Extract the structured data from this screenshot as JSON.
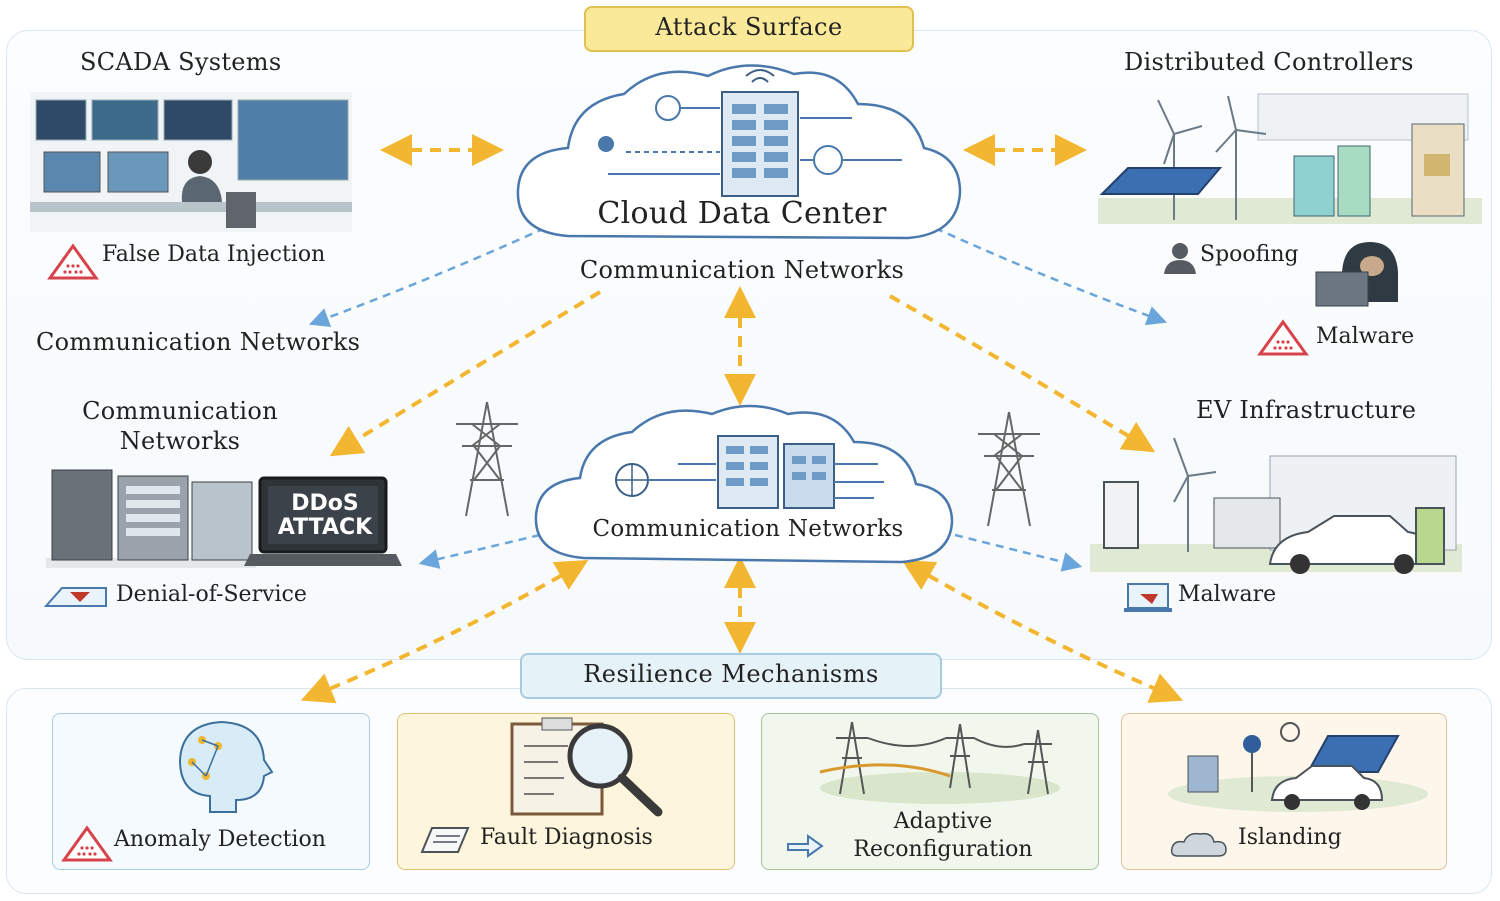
{
  "banners": {
    "attack_surface": "Attack Surface",
    "resilience": "Resilience Mechanisms"
  },
  "nodes": {
    "scada": "SCADA Systems",
    "distributed": "Distributed Controllers",
    "cloud_title": "Cloud Data Center",
    "cloud_sub": "Communication Networks",
    "comm_left": "Communication Networks",
    "comm_networks_line1": "Communication",
    "comm_networks_line2": "Networks",
    "ev": "EV Infrastructure",
    "center_cloud": "Communication Networks"
  },
  "threats": {
    "false_data": "False Data Injection",
    "spoofing": "Spoofing",
    "malware_top": "Malware",
    "ddos_line1": "DDoS",
    "ddos_line2": "ATTACK",
    "dos": "Denial-of-Service",
    "malware_ev": "Malware"
  },
  "mechanisms": {
    "anomaly": "Anomaly Detection",
    "fault": "Fault Diagnosis",
    "adaptive_line1": "Adaptive",
    "adaptive_line2": "Reconfiguration",
    "islanding": "Islanding"
  },
  "colors": {
    "arrow_orange": "#f2b630",
    "arrow_blue": "#6aa6dc",
    "warning_red": "#d8434b",
    "cloud_stroke": "#4a78ad"
  }
}
